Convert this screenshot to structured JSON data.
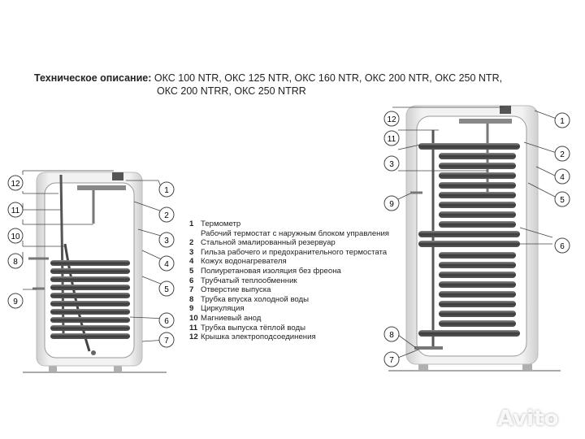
{
  "title": {
    "prefix": "Техническое описание:",
    "line1": " ОКС 100 NTR, ОКС 125 NTR, ОКС 160 NTR, ОКС 200 NTR, ОКС 250 NTR,",
    "line2": "ОКС 200 NTRR, ОКС 250 NTRR"
  },
  "legend": [
    {
      "num": "1",
      "text": "Термометр"
    },
    {
      "num": "",
      "text": "Рабочий термостат с наружным блоком управления"
    },
    {
      "num": "2",
      "text": "Стальной эмалированный резервуар"
    },
    {
      "num": "3",
      "text": "Гильза рабочего и предохранительного термостата"
    },
    {
      "num": "4",
      "text": "Кожух водонагревателя"
    },
    {
      "num": "5",
      "text": "Полиуретановая изоляция без фреона"
    },
    {
      "num": "6",
      "text": "Трубчатый теплообменник"
    },
    {
      "num": "7",
      "text": "Отверстие выпуска"
    },
    {
      "num": "8",
      "text": "Трубка впуска холодной воды"
    },
    {
      "num": "9",
      "text": "Циркуляция"
    },
    {
      "num": "10",
      "text": "Магниевый анод"
    },
    {
      "num": "11",
      "text": "Трубка выпуска тёплой воды"
    },
    {
      "num": "12",
      "text": "Крышка электроподсоединения"
    }
  ],
  "left_callouts": {
    "left_side": [
      "12",
      "11",
      "10",
      "8",
      "9"
    ],
    "right_side": [
      "1",
      "2",
      "3",
      "4",
      "5",
      "6",
      "7"
    ]
  },
  "right_callouts": {
    "left_side": [
      "12",
      "11",
      "3",
      "9",
      "8",
      "7"
    ],
    "right_side": [
      "1",
      "2",
      "4",
      "5",
      "6"
    ]
  },
  "watermark": "Avito"
}
